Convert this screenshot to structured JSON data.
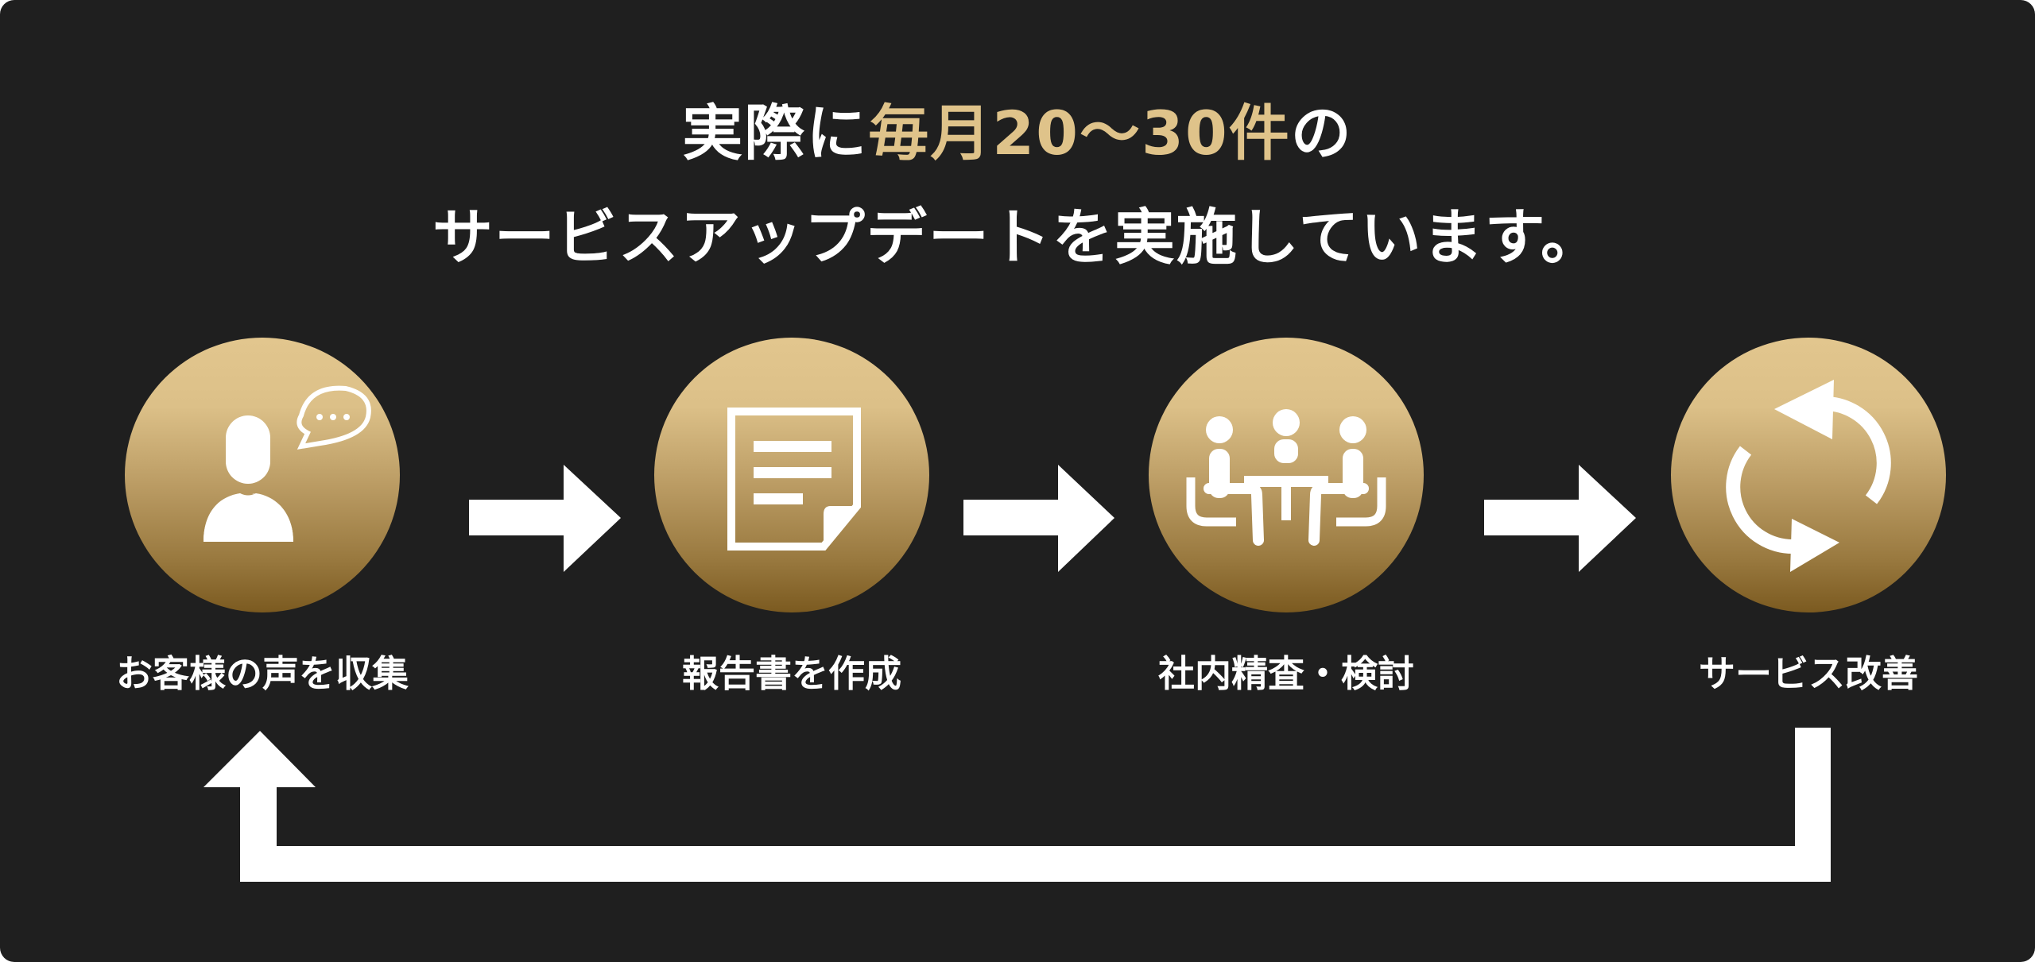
{
  "headline": {
    "line1_pre": "実際に",
    "line1_accent": "毎月20〜30件",
    "line1_post": "の",
    "line2": "サービスアップデートを実施しています。"
  },
  "steps": [
    {
      "label": "お客様の声を収集",
      "icon": "customer-voice-icon"
    },
    {
      "label": "報告書を作成",
      "icon": "document-icon"
    },
    {
      "label": "社内精査・検討",
      "icon": "meeting-icon"
    },
    {
      "label": "サービス改善",
      "icon": "refresh-cycle-icon"
    }
  ],
  "colors": {
    "background": "#1f1f1f",
    "accent": "#dfc38a",
    "gold_top": "#e2c68e",
    "gold_bottom": "#7b5a20"
  }
}
